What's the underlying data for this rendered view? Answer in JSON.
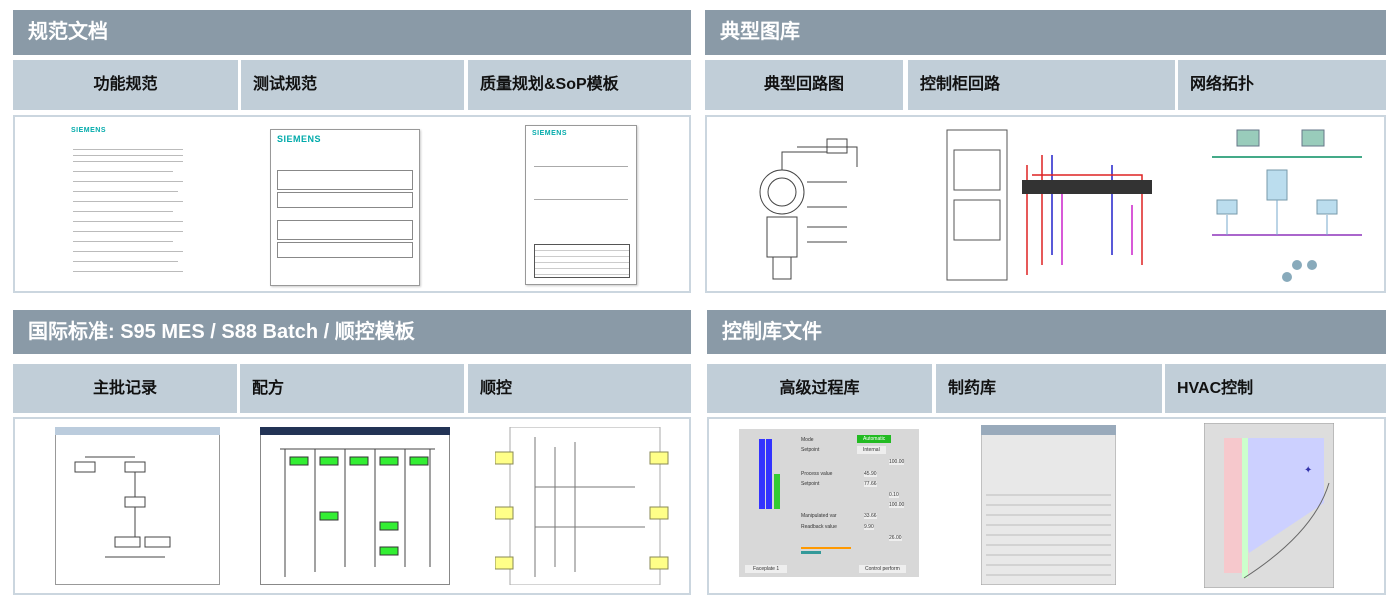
{
  "sections": [
    {
      "title": "规范文档",
      "tabs": [
        "功能规范",
        "测试规范",
        "质量规划&SoP模板"
      ]
    },
    {
      "title": "典型图库",
      "tabs": [
        "典型回路图",
        "控制柜回路",
        "网络拓扑"
      ]
    },
    {
      "title": "国际标准: S95 MES / S88 Batch / 顺控模板",
      "tabs": [
        "主批记录",
        "配方",
        "顺控"
      ]
    },
    {
      "title": "控制库文件",
      "tabs": [
        "高级过程库",
        "制药库",
        "HVAC控制"
      ]
    }
  ],
  "thumbs": {
    "brand": "SIEMENS",
    "faceplate": {
      "mode_label": "Mode",
      "mode_value": "Automatic",
      "setpoint_label": "Setpoint",
      "setpoint_value": "Internal",
      "pv_label": "Process value",
      "pv": "45.90",
      "sp_label": "Setpoint",
      "sp": "77.66",
      "mv_label": "Manipulated var",
      "mv": "33.66",
      "rb_label": "Readback value",
      "rb": "9.90",
      "hi": "100.00",
      "lo": "0.10",
      "hi2": "100.00",
      "val": "26.00",
      "btn1": "Faceplate 1",
      "btn2": "Control perform"
    },
    "colors": {
      "header": "#8a9aa7",
      "tab": "#c1ced8",
      "border": "#cbd6df"
    }
  }
}
